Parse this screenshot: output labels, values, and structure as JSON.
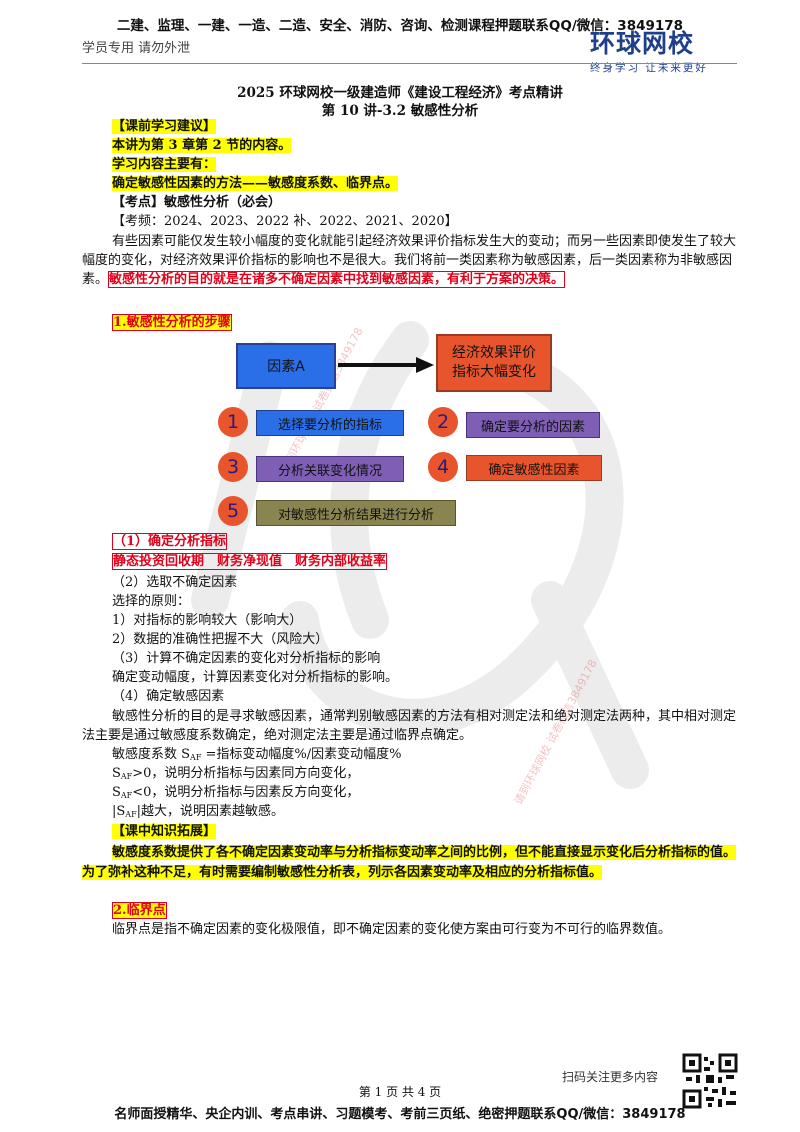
{
  "header": {
    "top_banner": "二建、监理、一建、一造、二造、安全、消防、咨询、检测课程押题联系QQ/微信：3849178",
    "left_note": "学员专用 请勿外泄",
    "logo_name": "环球网校",
    "logo_slogan": "终身学习 让未来更好"
  },
  "title1": "2025 环球网校一级建造师《建设工程经济》考点精讲",
  "title2": "第 10 讲-3.2 敏感性分析",
  "advice": {
    "heading": "【课前学习建议】",
    "line1": "本讲为第 3 章第 2 节的内容。",
    "line2": "学习内容主要有：",
    "line3": "确定敏感性因素的方法——敏感度系数、临界点。"
  },
  "kaodian": {
    "heading": "【考点】敏感性分析（必会）",
    "freq": "【考频：2024、2023、2022 补、2022、2021、2020】",
    "para1": "有些因素可能仅发生较小幅度的变化就能引起经济效果评价指标发生大的变动；而另一些因素即使发生了较大幅度的变化，对经济效果评价指标的影响也不是很大。我们将前一类因素称为敏感因素，后一类因素称为非敏感因素。",
    "para1_red": "敏感性分析的目的就是在诸多不确定因素中找到敏感因素，有利于方案的决策。"
  },
  "section1": {
    "heading": "1.敏感性分析的步骤",
    "diagram": {
      "factor_box": "因素A",
      "result_box_line1": "经济效果评价",
      "result_box_line2": "指标大幅变化",
      "steps": [
        {
          "num": "1",
          "label": "选择要分析的指标"
        },
        {
          "num": "2",
          "label": "确定要分析的因素"
        },
        {
          "num": "3",
          "label": "分析关联变化情况"
        },
        {
          "num": "4",
          "label": "确定敏感性因素"
        },
        {
          "num": "5",
          "label": "对敏感性分析结果进行分析"
        }
      ]
    },
    "sub1_heading": "（1）确定分析指标",
    "sub1_red": "静态投资回收期　财务净现值　财务内部收益率",
    "sub2_heading": "（2）选取不确定因素",
    "sub2_principle": "选择的原则：",
    "sub2_item1": "1）对指标的影响较大（影响大）",
    "sub2_item2": "2）数据的准确性把握不大（风险大）",
    "sub3_heading": "（3）计算不确定因素的变化对分析指标的影响",
    "sub3_text": "确定变动幅度，计算因素变化对分析指标的影响。",
    "sub4_heading": "（4）确定敏感因素",
    "sub4_para": "敏感性分析的目的是寻求敏感因素，通常判别敏感因素的方法有相对测定法和绝对测定法两种，其中相对测定法主要是通过敏感度系数确定，绝对测定法主要是通过临界点确定。",
    "formula": "敏感度系数 S",
    "formula_sub": "AF",
    "formula_rest": " =指标变动幅度%/因素变动幅度%",
    "rule1_pre": "S",
    "rule1_sub": "AF",
    "rule1_rest": ">0，说明分析指标与因素同方向变化，",
    "rule2_pre": "S",
    "rule2_sub": "AF",
    "rule2_rest": "<0，说明分析指标与因素反方向变化，",
    "rule3_pre": "|S",
    "rule3_sub": "AF",
    "rule3_rest": "|越大，说明因素越敏感。",
    "expand_heading": "【课中知识拓展】",
    "expand_text": "敏感度系数提供了各不确定因素变动率与分析指标变动率之间的比例，但不能直接显示变化后分析指标的值。为了弥补这种不足，有时需要编制敏感性分析表，列示各因素变动率及相应的分析指标值。"
  },
  "section2": {
    "heading": "2.临界点",
    "text": "临界点是指不确定因素的变化极限值，即不确定因素的变化使方案由可行变为不可行的临界数值。"
  },
  "watermark": {
    "text1": "请到环球网校 试卷微信3849178",
    "text2": "请到环球网校 试卷微信3849178"
  },
  "footer": {
    "qr_label": "扫码关注更多内容",
    "page": "第 1 页 共 4 页",
    "bottom_banner": "名师面授精华、央企内训、考点串讲、习题模考、考前三页纸、绝密押题联系QQ/微信：3849178"
  },
  "colors": {
    "highlight": "#ffff00",
    "red": "#e2001a",
    "brand_blue": "#1f3f8c",
    "step_orange": "#e8552d"
  }
}
